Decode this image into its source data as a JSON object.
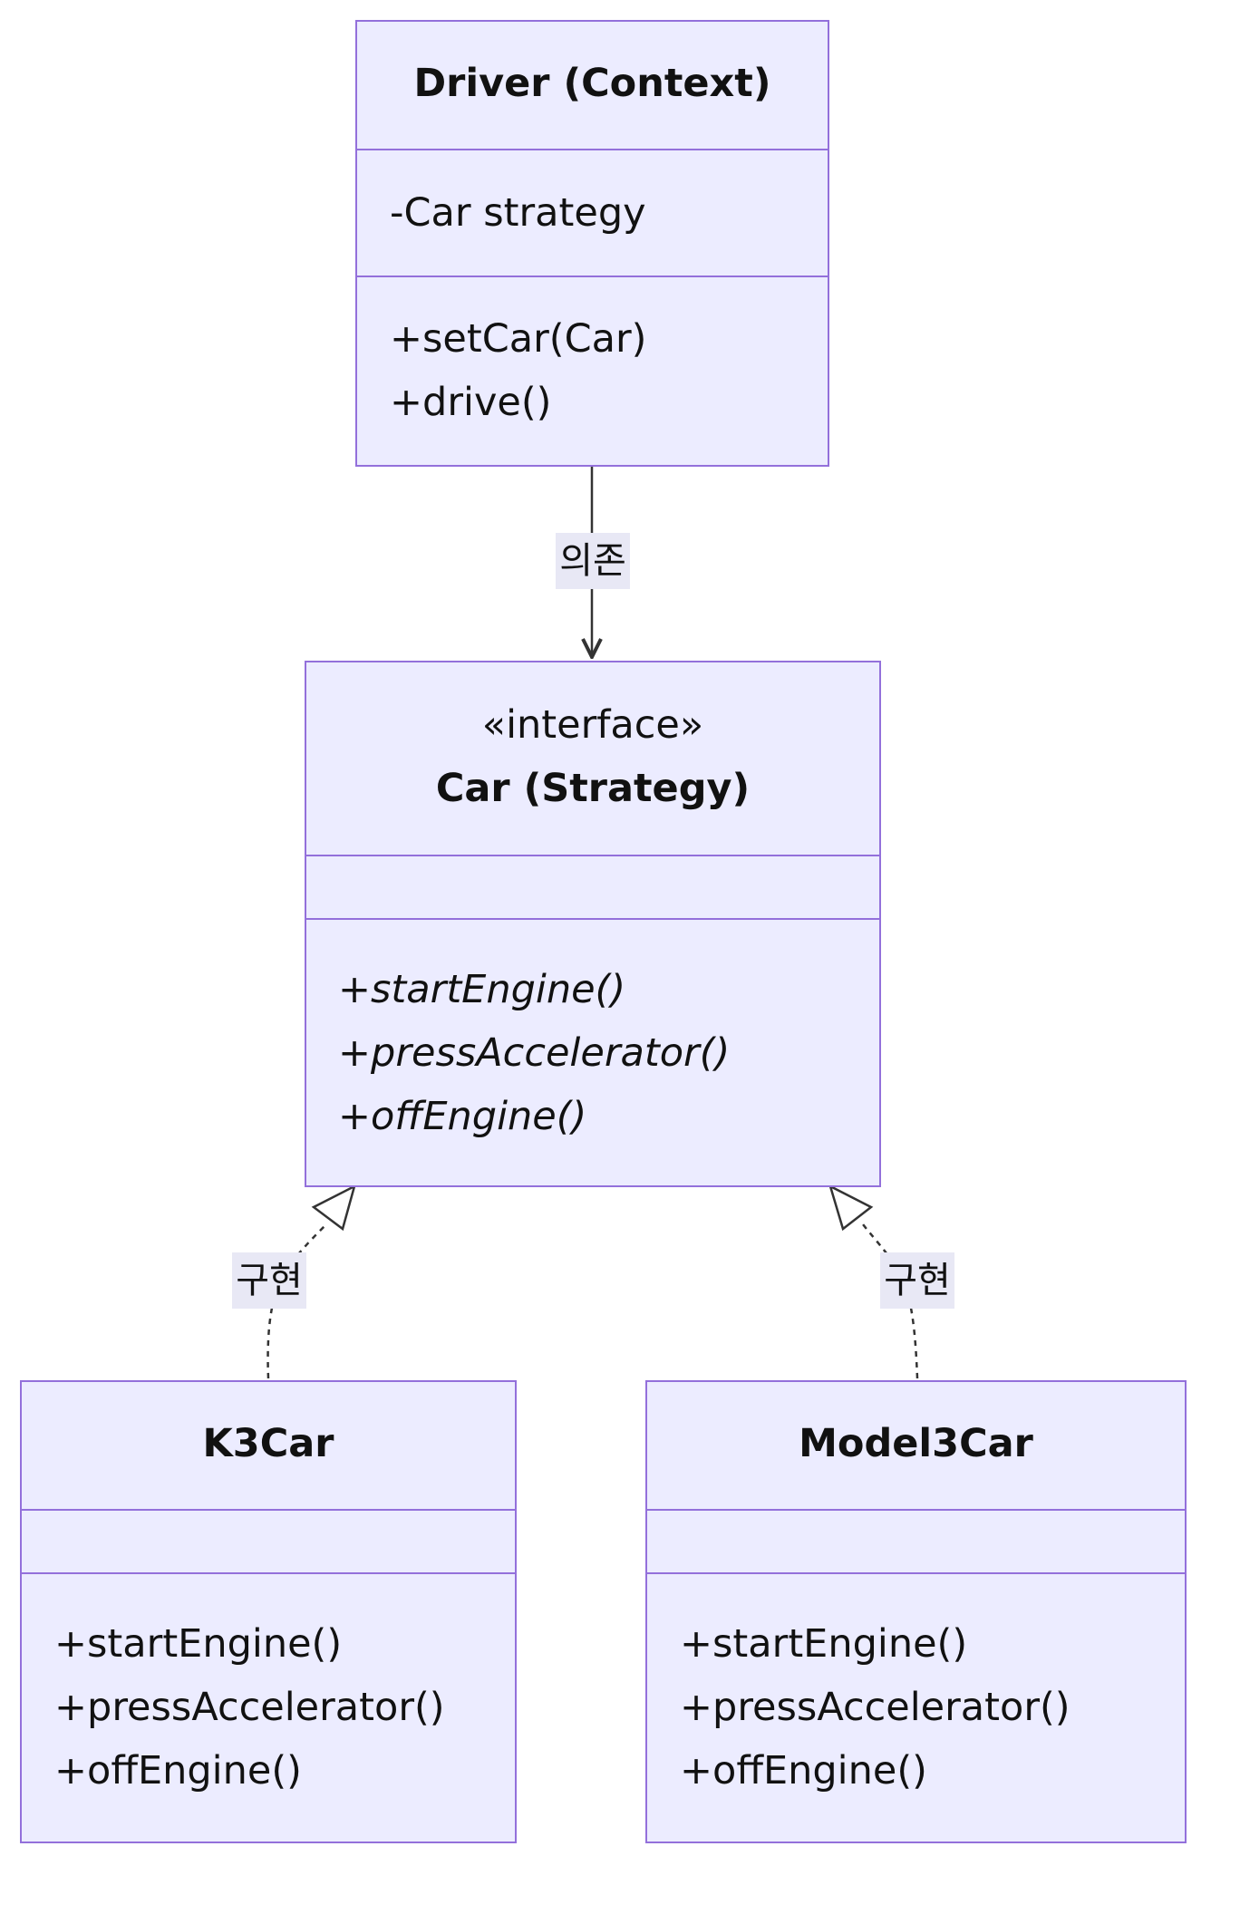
{
  "colors": {
    "node_fill": "#ECECFF",
    "node_border": "#9370DB",
    "edge": "#333333",
    "label_bg": "#E8E8F5"
  },
  "classes": {
    "driver": {
      "name": "Driver (Context)",
      "attributes": [
        "-Car strategy"
      ],
      "methods": [
        "+setCar(Car)",
        "+drive()"
      ]
    },
    "car": {
      "stereotype": "«interface»",
      "name": "Car (Strategy)",
      "attributes": [],
      "methods": [
        "+startEngine()",
        "+pressAccelerator()",
        "+offEngine()"
      ]
    },
    "k3car": {
      "name": "K3Car",
      "attributes": [],
      "methods": [
        "+startEngine()",
        "+pressAccelerator()",
        "+offEngine()"
      ]
    },
    "model3car": {
      "name": "Model3Car",
      "attributes": [],
      "methods": [
        "+startEngine()",
        "+pressAccelerator()",
        "+offEngine()"
      ]
    }
  },
  "relations": [
    {
      "from": "Driver (Context)",
      "to": "Car (Strategy)",
      "type": "dependency",
      "label": "의존"
    },
    {
      "from": "K3Car",
      "to": "Car (Strategy)",
      "type": "realization",
      "label": "구현"
    },
    {
      "from": "Model3Car",
      "to": "Car (Strategy)",
      "type": "realization",
      "label": "구현"
    }
  ]
}
